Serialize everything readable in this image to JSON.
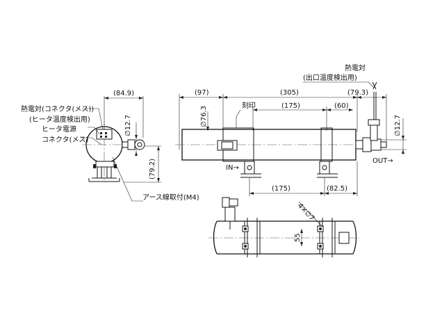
{
  "front_view": {
    "dim_width": "(84.9)",
    "dim_dia": "∅12.7",
    "dim_height": "(79.2)",
    "label_thermocouple_connector": "熱電対(コネクタ(メス))",
    "label_heater_temp": "(ヒータ温度検出用)",
    "label_heater_power": "ヒータ電源",
    "label_connector": "コネクタ(メス)",
    "label_ground": "アース線取付(M4)"
  },
  "side_view": {
    "dim_97": "(97)",
    "dim_305": "(305)",
    "dim_79_3": "(79.3)",
    "dim_175_top": "(175)",
    "dim_60": "(60)",
    "dim_dia_76_3": "∅76.3",
    "dim_dia_12_7": "∅12.7",
    "dim_175_bottom": "(175)",
    "dim_82_5": "(82.5)",
    "label_marking": "刻印",
    "label_in": "IN→",
    "label_out": "OUT→",
    "label_thermocouple": "熱電対",
    "label_outlet_temp": "(出口温度検出用)"
  },
  "plan_view": {
    "dim_holes": "4×∅7",
    "dim_55": "55"
  }
}
